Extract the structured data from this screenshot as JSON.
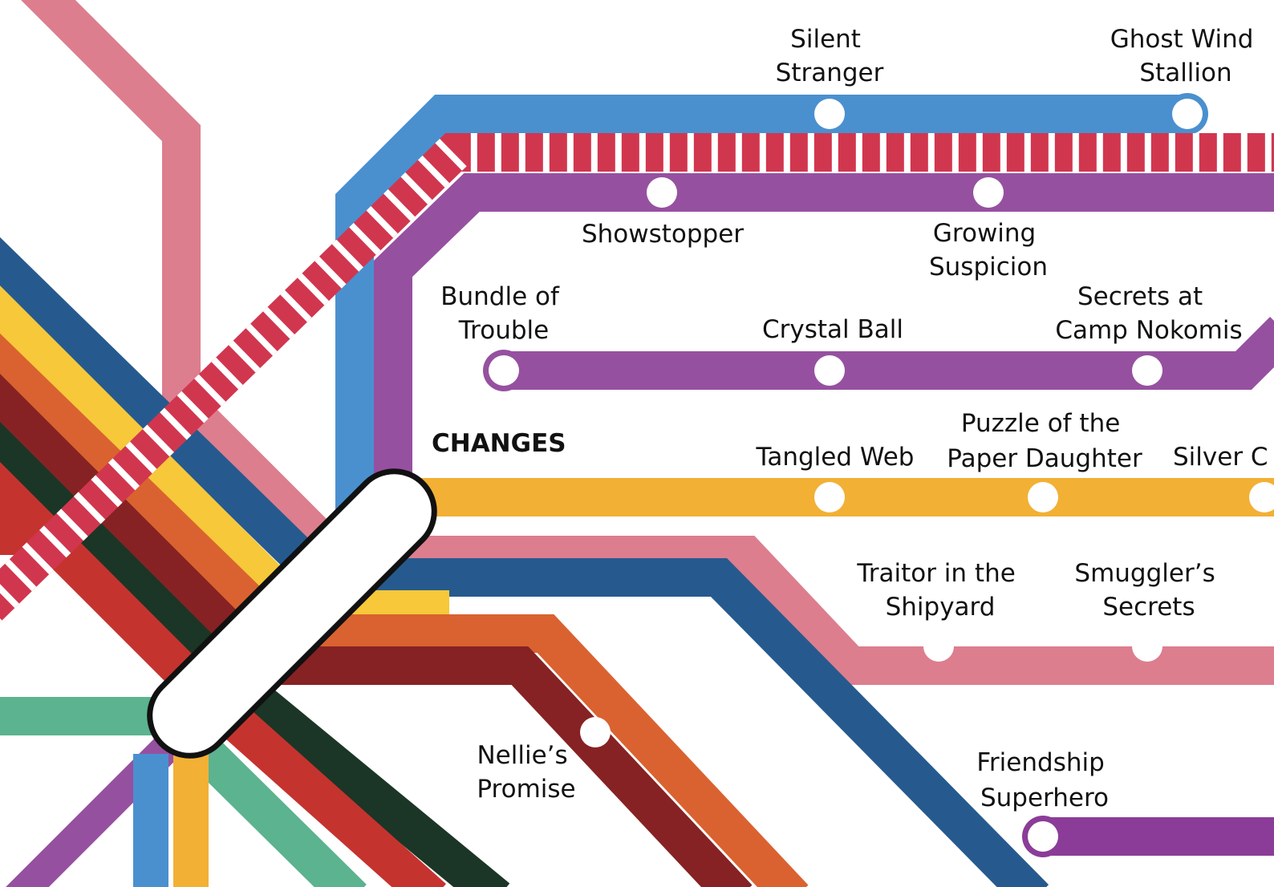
{
  "line_colors": {
    "blue_light": "#4a90cf",
    "red_striped": "#d1364f",
    "purple": "#9650a0",
    "amber": "#f2b035",
    "pink": "#dc7e8e",
    "navy": "#265a8e",
    "orange": "#da6230",
    "maroon": "#862223",
    "dark_green": "#1b3626",
    "red": "#c5332f",
    "yellow": "#f6c83a",
    "green": "#5bb38f",
    "violet": "#8b3c98"
  },
  "hub_label": "CHANGES",
  "stations": {
    "silent_stranger": [
      "Silent",
      "Stranger"
    ],
    "ghost_wind_stallion": [
      "Ghost Wind",
      "Stallion"
    ],
    "showstopper": [
      "Showstopper"
    ],
    "growing_suspicion": [
      "Growing",
      "Suspicion"
    ],
    "bundle_of_trouble": [
      "Bundle of",
      "Trouble"
    ],
    "crystal_ball": [
      "Crystal Ball"
    ],
    "secrets_camp_nokomis": [
      "Secrets at",
      "Camp Nokomis"
    ],
    "tangled_web": [
      "Tangled Web"
    ],
    "puzzle_paper_daughter": [
      "Puzzle of the",
      "Paper Daughter"
    ],
    "silver": [
      "Silver C"
    ],
    "traitor_shipyard": [
      "Traitor in the",
      "Shipyard"
    ],
    "smugglers_secrets": [
      "Smuggler’s",
      "Secrets"
    ],
    "nellies_promise": [
      "Nellie’s",
      "Promise"
    ],
    "friendship_superhero": [
      "Friendship",
      "Superhero"
    ]
  }
}
